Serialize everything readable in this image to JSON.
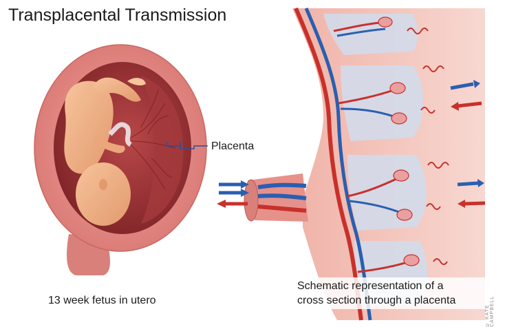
{
  "title": "Transplacental Transmission",
  "labels": {
    "placenta": "Placenta",
    "fetus_caption": "13 week fetus in utero",
    "schematic_caption_line1": "Schematic representation of a",
    "schematic_caption_line2": "cross section through a placenta",
    "credit": "© KATE CAMPBELL"
  },
  "colors": {
    "uterus_wall": "#e48a86",
    "uterus_inner": "#9e2f33",
    "fetus_skin": "#f3b48a",
    "placenta_tissue": "#f4c8c0",
    "intervillous_space": "#cdd6e8",
    "artery_red": "#c8312b",
    "vein_blue": "#2a5fb0"
  }
}
